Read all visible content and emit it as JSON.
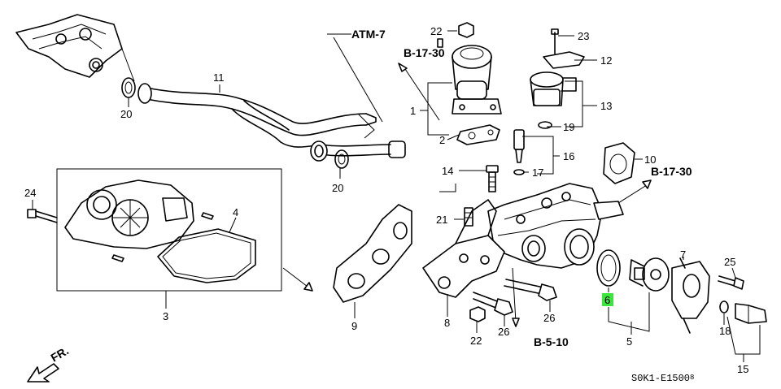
{
  "callouts": [
    {
      "id": "c22a",
      "label": "22"
    },
    {
      "id": "c23",
      "label": "23"
    },
    {
      "id": "c12",
      "label": "12"
    },
    {
      "id": "c11",
      "label": "11"
    },
    {
      "id": "c20a",
      "label": "20"
    },
    {
      "id": "c1",
      "label": "1"
    },
    {
      "id": "c2",
      "label": "2"
    },
    {
      "id": "c13",
      "label": "13"
    },
    {
      "id": "c19",
      "label": "19"
    },
    {
      "id": "c16",
      "label": "16"
    },
    {
      "id": "c10",
      "label": "10"
    },
    {
      "id": "c20b",
      "label": "20"
    },
    {
      "id": "c14",
      "label": "14"
    },
    {
      "id": "c17",
      "label": "17"
    },
    {
      "id": "c24",
      "label": "24"
    },
    {
      "id": "c4",
      "label": "4"
    },
    {
      "id": "c21",
      "label": "21"
    },
    {
      "id": "c7",
      "label": "7"
    },
    {
      "id": "c25",
      "label": "25"
    },
    {
      "id": "c3",
      "label": "3"
    },
    {
      "id": "c9",
      "label": "9"
    },
    {
      "id": "c6",
      "label": "6",
      "highlighted": true
    },
    {
      "id": "c8",
      "label": "8"
    },
    {
      "id": "c26a",
      "label": "26"
    },
    {
      "id": "c26b",
      "label": "26"
    },
    {
      "id": "c22b",
      "label": "22"
    },
    {
      "id": "c5",
      "label": "5"
    },
    {
      "id": "c18",
      "label": "18"
    },
    {
      "id": "c15",
      "label": "15"
    }
  ],
  "references": [
    {
      "id": "atm7",
      "label": "ATM-7"
    },
    {
      "id": "b1730a",
      "label": "B-17-30"
    },
    {
      "id": "b1730b",
      "label": "B-17-30"
    },
    {
      "id": "b510",
      "label": "B-5-10"
    }
  ],
  "direction": {
    "label": "FR."
  },
  "diagram_code": "S0K1-E1500",
  "diagram_code_suffix": "8",
  "colors": {
    "line": "#000000",
    "background": "#ffffff",
    "highlight": "#39e639"
  }
}
